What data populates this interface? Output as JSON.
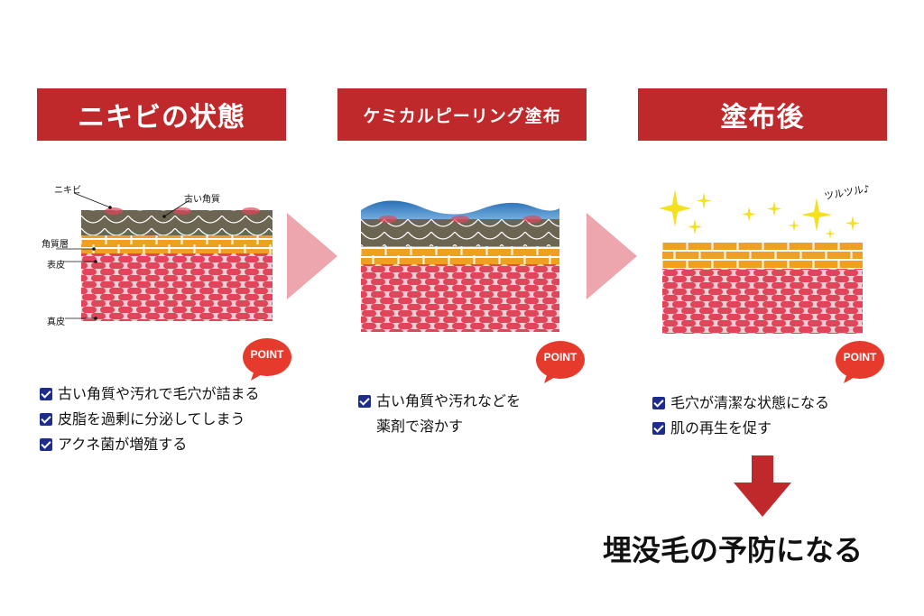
{
  "panels": [
    {
      "title": "ニキビの状態",
      "labels": {
        "acne": "ニキビ",
        "old_keratin": "古い角質",
        "stratum_corneum": "角質層",
        "epidermis": "表皮",
        "dermis": "真皮"
      },
      "point": "POINT",
      "items": [
        "古い角質や汚れで毛穴が詰まる",
        "皮脂を過剰に分泌してしまう",
        "アクネ菌が増殖する"
      ]
    },
    {
      "title": "ケミカルピーリング塗布",
      "point": "POINT",
      "items": [
        "古い角質や汚れなどを",
        "薬剤で溶かす"
      ]
    },
    {
      "title": "塗布後",
      "annotation": "ツルツル♪",
      "point": "POINT",
      "items": [
        "毛穴が清潔な状態になる",
        "肌の再生を促す"
      ]
    }
  ],
  "conclusion": "埋没毛の予防になる",
  "colors": {
    "header": "#c0292b",
    "keratin": "#6b6552",
    "orange_layer": "#f0a020",
    "dermis_pink": "#f3cdd6",
    "cell_red": "#e0455a",
    "gel_blue": "#3a8bd0",
    "arrow_pink": "#eda5ae",
    "arrow_down": "#c0292b",
    "check_blue": "#1e2d8c",
    "sparkle": "#f5e020"
  }
}
